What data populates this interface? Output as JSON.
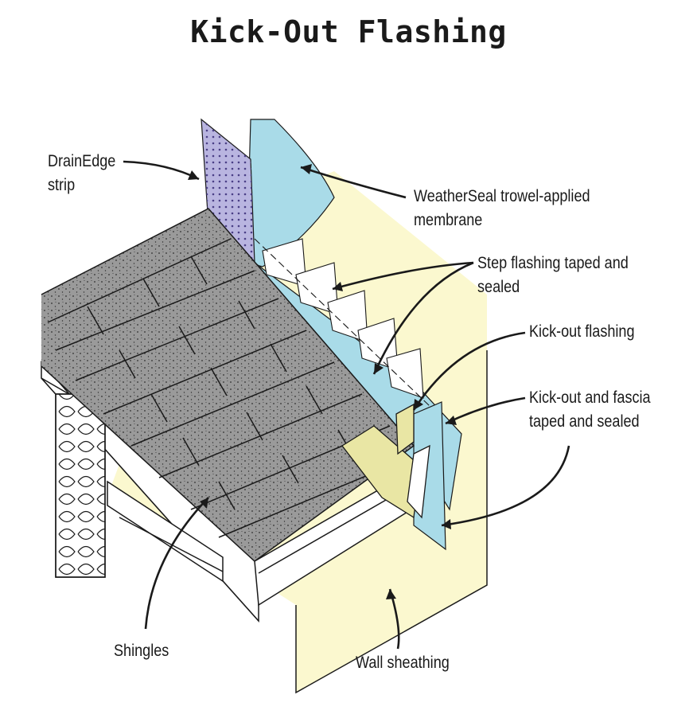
{
  "title": "Kick-Out Flashing",
  "labels": {
    "drainedge": "DrainEdge\nstrip",
    "membrane": "WeatherSeal trowel-applied membrane",
    "step_flashing": "Step flashing taped and sealed",
    "kickout": "Kick-out flashing",
    "kickout_fascia": "Kick-out and fascia\ntaped and sealed",
    "shingles": "Shingles",
    "wall_sheathing": "Wall sheathing"
  },
  "colors": {
    "membrane": "#a9dbe8",
    "drainedge": "#b9b5e0",
    "sheathing": "#fbf8cf",
    "shingle": "#9a9a9a",
    "shingle_dark": "#7d7d7d",
    "kickout": "#e9e6a4",
    "line": "#1a1a1a"
  }
}
